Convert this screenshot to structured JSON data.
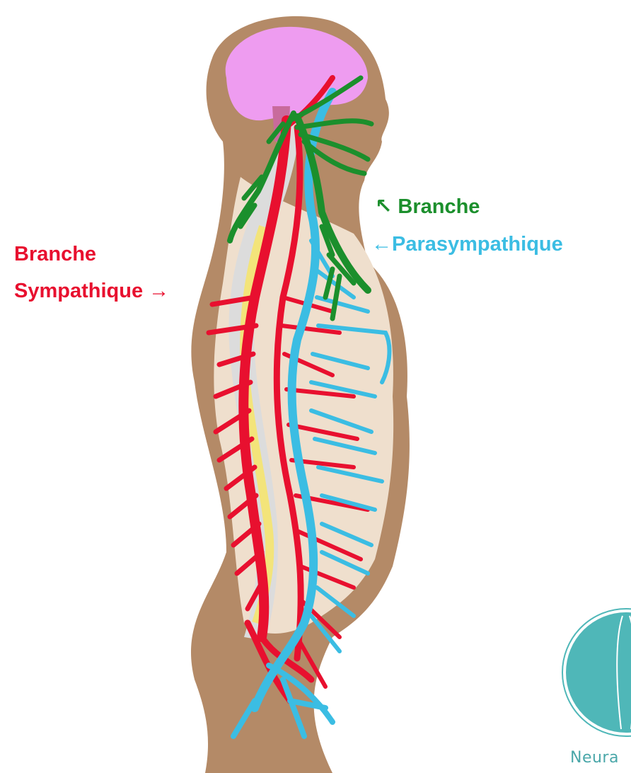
{
  "colors": {
    "sympathetic": "#e8102f",
    "parasympathetic_vagus": "#1b8f2c",
    "parasympathetic_spinal": "#3bbde3",
    "skin": "#b48a67",
    "skin_light": "#efdfcd",
    "brain": "#ee9cf0",
    "spine": "#dcdcdc",
    "spinal_cord": "#f3e47a",
    "logo_teal": "#4fb7b8"
  },
  "labels": {
    "sympathetic_line1": "Branche",
    "sympathetic_line2": "Sympathique",
    "sympathetic_arrow": "→",
    "parasympathetic_line1": "Branche",
    "parasympathetic_line1_arrow": "↖",
    "parasympathetic_line2": "Parasympathique",
    "parasympathetic_line2_arrow": "←"
  },
  "logo": {
    "text": "Neura",
    "icon": "nervous-system-logo-icon"
  }
}
